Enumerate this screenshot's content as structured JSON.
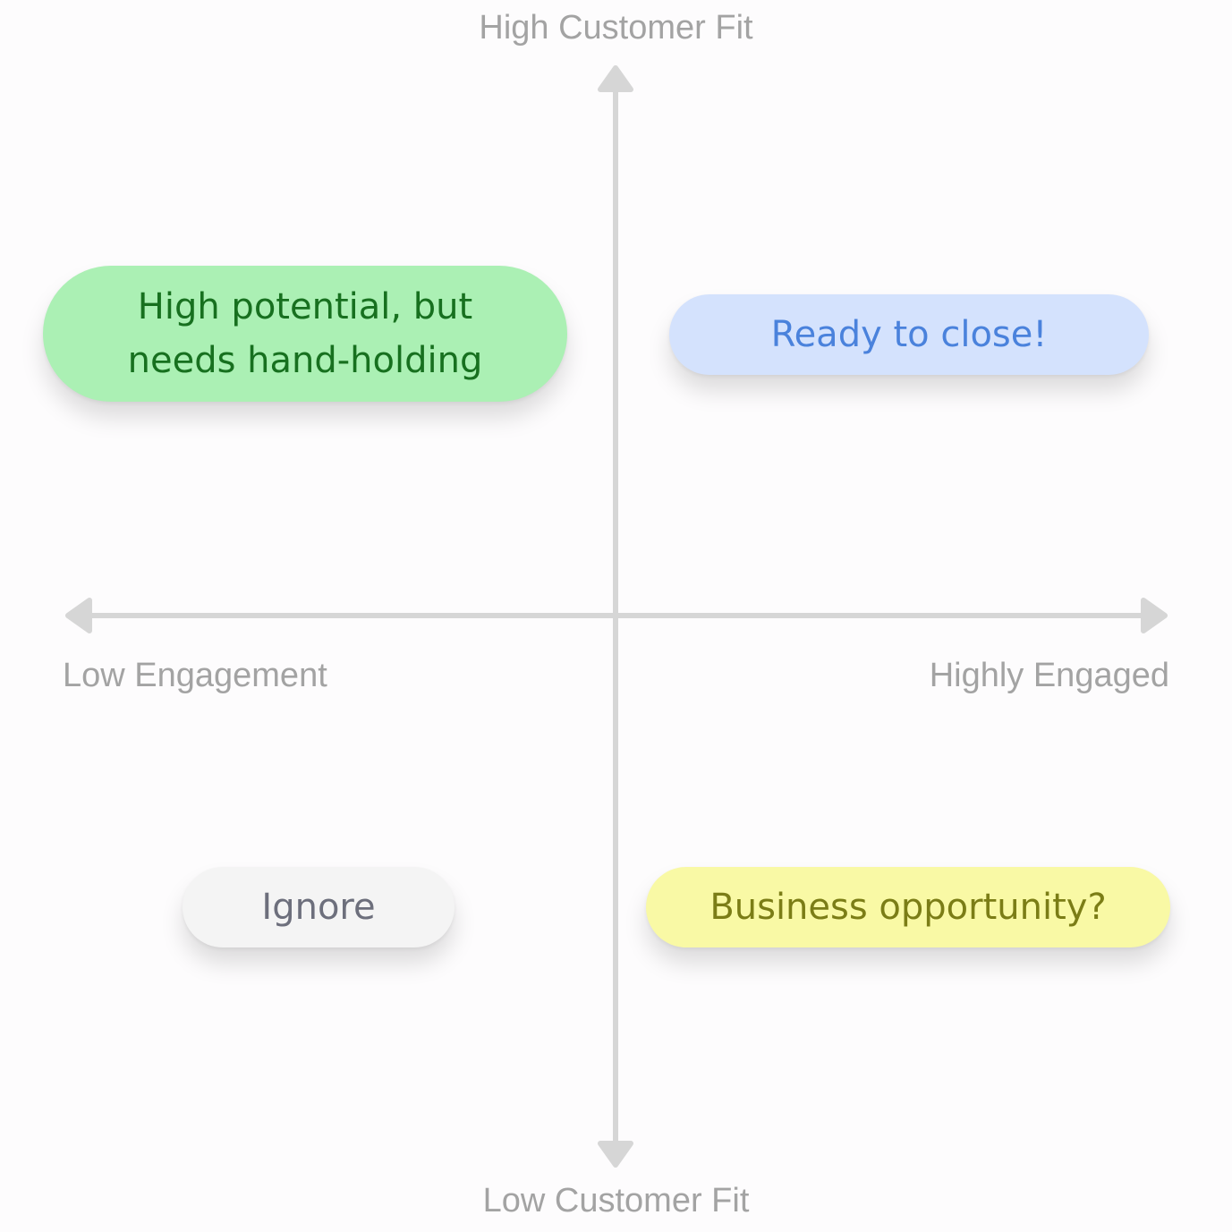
{
  "axes": {
    "top_label": "High Customer Fit",
    "bottom_label": "Low Customer Fit",
    "left_label": "Low Engagement",
    "right_label": "Highly Engaged",
    "axis_color": "#d6d6d6",
    "label_color": "#a3a3a3"
  },
  "quadrants": {
    "top_left": {
      "text": "High potential, but needs hand-holding",
      "bg": "#abf0b4",
      "fg": "#17701f"
    },
    "top_right": {
      "text": "Ready to close!",
      "bg": "#d4e2fd",
      "fg": "#4a82dc"
    },
    "bottom_left": {
      "text": "Ignore",
      "bg": "#f4f4f4",
      "fg": "#6d6f7c"
    },
    "bottom_right": {
      "text": "Business opportunity?",
      "bg": "#f9f9a5",
      "fg": "#7b7d16"
    }
  }
}
